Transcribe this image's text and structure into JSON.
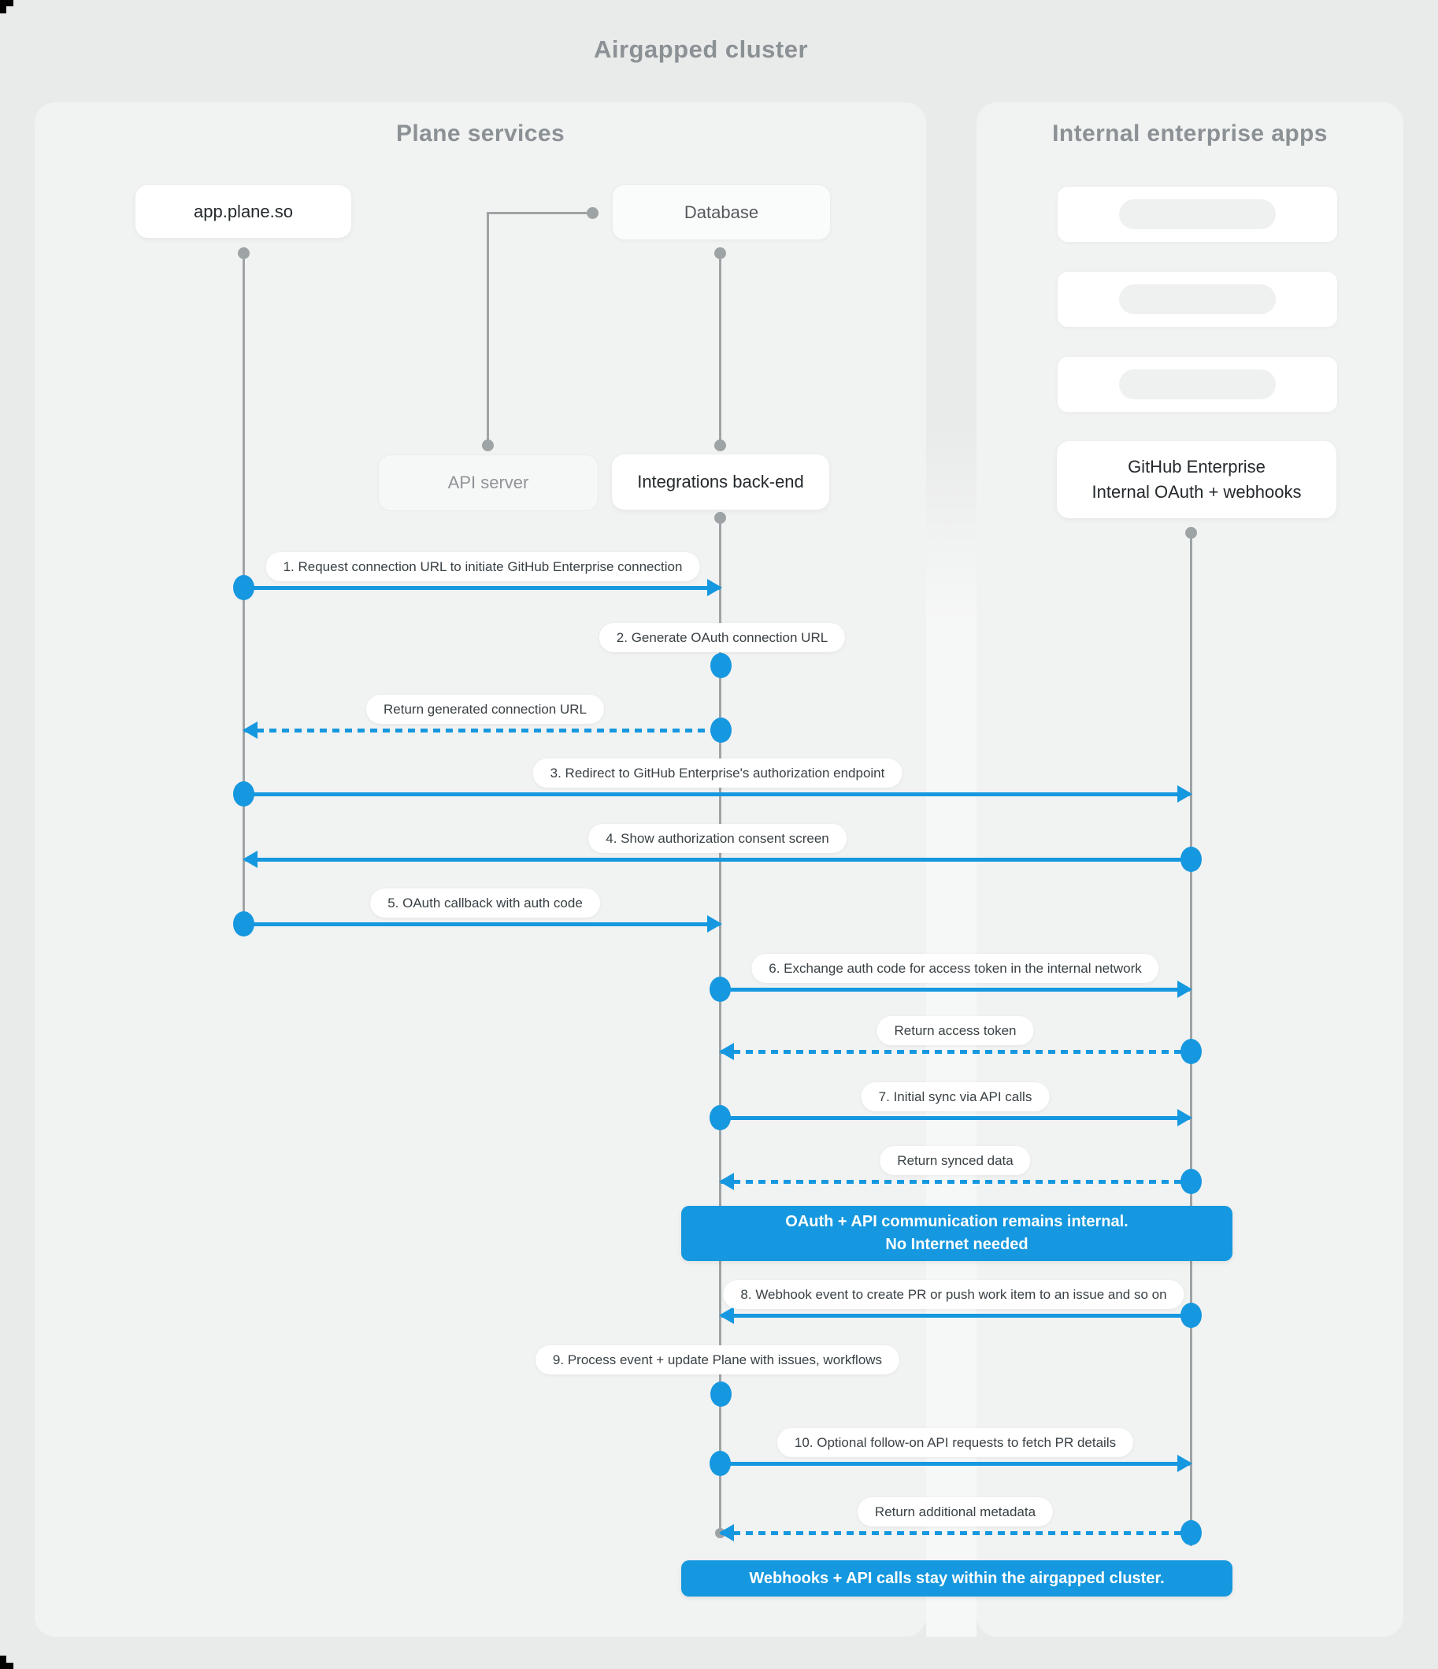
{
  "title": "Airgapped cluster",
  "panels": {
    "plane": {
      "title": "Plane services"
    },
    "enterprise": {
      "title": "Internal enterprise apps"
    }
  },
  "actors": {
    "app": {
      "label": "app.plane.so"
    },
    "database": {
      "label": "Database"
    },
    "api_server": {
      "label": "API server"
    },
    "integrations": {
      "label": "Integrations back-end"
    },
    "github": {
      "line1": "GitHub Enterprise",
      "line2": "Internal OAuth + webhooks"
    }
  },
  "enterprise_placeholder_cards": 3,
  "messages": [
    {
      "label": "1. Request connection URL to initiate GitHub Enterprise connection",
      "from": "app.plane.so",
      "to": "Integrations back-end",
      "style": "solid"
    },
    {
      "label": "2. Generate OAuth connection URL",
      "from": "Integrations back-end",
      "to": "Integrations back-end",
      "style": "self"
    },
    {
      "label": "Return generated connection URL",
      "from": "Integrations back-end",
      "to": "app.plane.so",
      "style": "dashed"
    },
    {
      "label": "3. Redirect to GitHub Enterprise's authorization endpoint",
      "from": "app.plane.so",
      "to": "GitHub Enterprise",
      "style": "solid"
    },
    {
      "label": "4. Show authorization consent screen",
      "from": "GitHub Enterprise",
      "to": "app.plane.so",
      "style": "solid"
    },
    {
      "label": "5. OAuth callback with auth code",
      "from": "app.plane.so",
      "to": "Integrations back-end",
      "style": "solid"
    },
    {
      "label": "6. Exchange auth code for access token in the internal network",
      "from": "Integrations back-end",
      "to": "GitHub Enterprise",
      "style": "solid"
    },
    {
      "label": "Return access token",
      "from": "GitHub Enterprise",
      "to": "Integrations back-end",
      "style": "dashed"
    },
    {
      "label": "7. Initial sync via API calls",
      "from": "Integrations back-end",
      "to": "GitHub Enterprise",
      "style": "solid"
    },
    {
      "label": "Return synced data",
      "from": "GitHub Enterprise",
      "to": "Integrations back-end",
      "style": "dashed"
    },
    {
      "label": "8. Webhook event to create PR  or push work item to an issue  and so on",
      "from": "GitHub Enterprise",
      "to": "Integrations back-end",
      "style": "solid"
    },
    {
      "label": "9. Process event + update Plane with issues, workflows",
      "from": "Integrations back-end",
      "to": "Integrations back-end",
      "style": "self"
    },
    {
      "label": "10. Optional follow-on API requests to fetch PR details",
      "from": "Integrations back-end",
      "to": "GitHub Enterprise",
      "style": "solid"
    },
    {
      "label": "Return additional metadata",
      "from": "GitHub Enterprise",
      "to": "Integrations back-end",
      "style": "dashed"
    }
  ],
  "notes": [
    {
      "line1": "OAuth + API communication remains internal.",
      "line2": "No Internet needed"
    },
    {
      "line1": "Webhooks + API calls stay within the airgapped cluster."
    }
  ],
  "colors": {
    "accent_blue": "#1598DF",
    "page_bg": "#E9EAEA",
    "panel_bg": "#F1F2F2",
    "connector_gray": "#9EA3A5"
  }
}
